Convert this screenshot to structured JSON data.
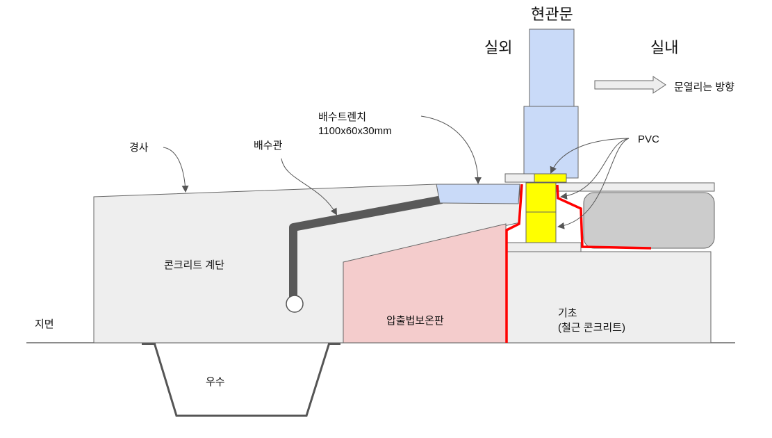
{
  "labels": {
    "door": "현관문",
    "outdoor": "실외",
    "indoor": "실내",
    "door_open_direction": "문열리는 방향",
    "drain_trench": "배수트렌치",
    "drain_trench_size": "1100x60x30mm",
    "pvc": "PVC",
    "slope": "경사",
    "drain_pipe": "배수관",
    "concrete_step": "콘크리트 계단",
    "ground": "지면",
    "insulation_board": "압출법보온판",
    "foundation": "기초",
    "foundation_detail": "(철근 콘크리트)",
    "rainwater": "우수"
  },
  "colors": {
    "concrete": "#eeeeee",
    "door": "#c9daf8",
    "pvc": "#ffff00",
    "insulation": "#f4cccc",
    "waterproof_line": "#ff0000",
    "pipe": "#595959",
    "cushion": "#cccccc",
    "outline": "#666666"
  }
}
